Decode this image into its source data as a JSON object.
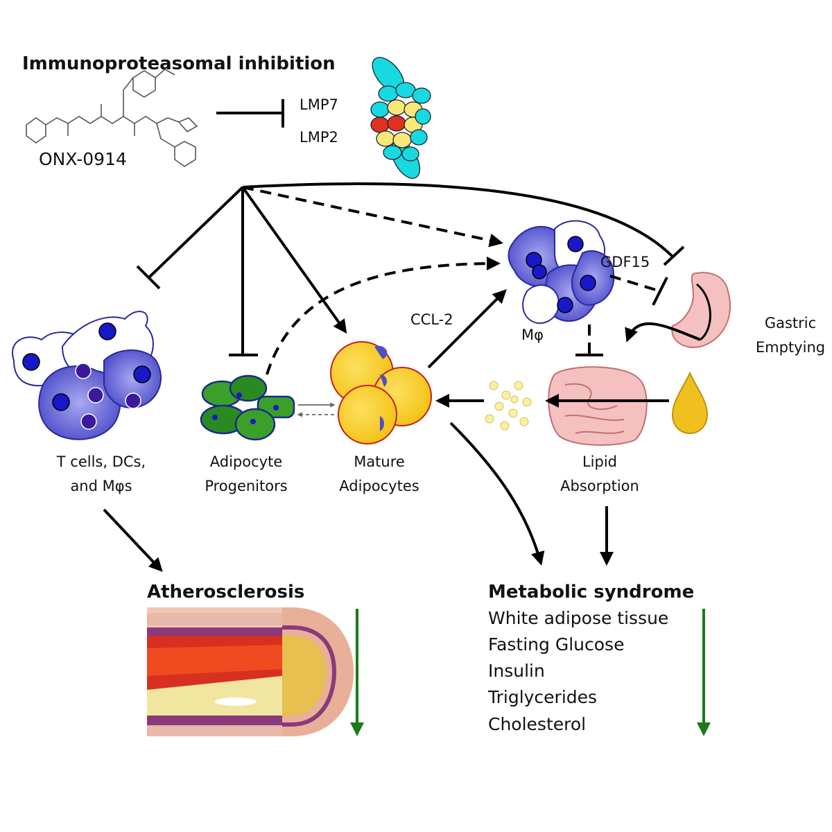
{
  "title": "Immunoproteasomal inhibition",
  "drug": {
    "name": "ONX-0914",
    "targets": [
      "LMP7",
      "LMP2"
    ]
  },
  "labels": {
    "ccl2": "CCL-2",
    "gdf15": "GDF15",
    "macrophage": "Mφ",
    "gastric": [
      "Gastric",
      "Emptying"
    ],
    "tcells": [
      "T cells, DCs,",
      "and Mφs"
    ],
    "progenitors": [
      "Adipocyte",
      "Progenitors"
    ],
    "mature": [
      "Mature",
      "Adipocytes"
    ],
    "lipid": [
      "Lipid",
      "Absorption"
    ]
  },
  "outcomes": {
    "athero": {
      "title": "Atherosclerosis",
      "trend": "down"
    },
    "metabolic": {
      "title": "Metabolic syndrome",
      "items": [
        "White adipose tissue",
        "Fasting Glucose",
        "Insulin",
        "Triglycerides",
        "Cholesterol"
      ],
      "trend": "down"
    }
  },
  "colors": {
    "arrow": "#000000",
    "decrease_arrow": "#1a7a1a",
    "immune_cell": "#4a4ad0",
    "nucleus": "#1818c8",
    "adipocyte": "#f8d030",
    "progenitor": "#3aa02a",
    "proteasome_cyan": "#18d8e0",
    "proteasome_red": "#e03020",
    "proteasome_yellow": "#f8e878",
    "stomach": "#f4c0c0",
    "lipid_drop": "#f0c020",
    "artery_red": "#d83020"
  }
}
